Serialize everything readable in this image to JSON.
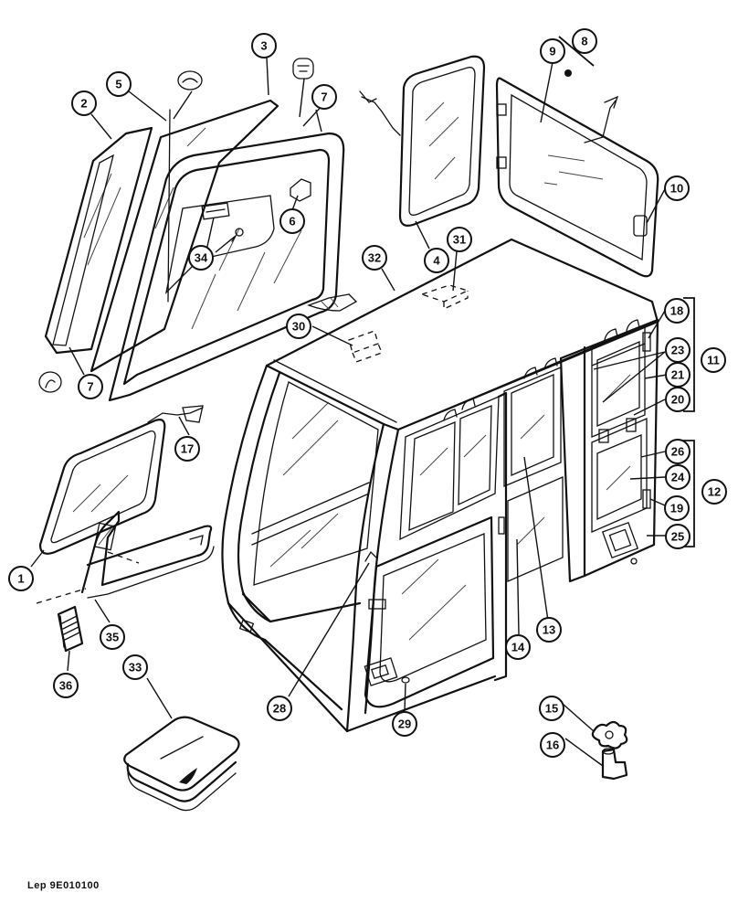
{
  "figure": {
    "reference": "Lep 9E010100"
  },
  "callouts": [
    {
      "id": "c1",
      "label": "1"
    },
    {
      "id": "c2",
      "label": "2"
    },
    {
      "id": "c3",
      "label": "3"
    },
    {
      "id": "c4",
      "label": "4"
    },
    {
      "id": "c5",
      "label": "5"
    },
    {
      "id": "c6",
      "label": "6"
    },
    {
      "id": "c7a",
      "label": "7"
    },
    {
      "id": "c7b",
      "label": "7"
    },
    {
      "id": "c8",
      "label": "8"
    },
    {
      "id": "c9",
      "label": "9"
    },
    {
      "id": "c10",
      "label": "10"
    },
    {
      "id": "c11",
      "label": "11"
    },
    {
      "id": "c12",
      "label": "12"
    },
    {
      "id": "c13",
      "label": "13"
    },
    {
      "id": "c14",
      "label": "14"
    },
    {
      "id": "c15",
      "label": "15"
    },
    {
      "id": "c16",
      "label": "16"
    },
    {
      "id": "c17",
      "label": "17"
    },
    {
      "id": "c18",
      "label": "18"
    },
    {
      "id": "c19",
      "label": "19"
    },
    {
      "id": "c20",
      "label": "20"
    },
    {
      "id": "c21",
      "label": "21"
    },
    {
      "id": "c23",
      "label": "23"
    },
    {
      "id": "c24",
      "label": "24"
    },
    {
      "id": "c25",
      "label": "25"
    },
    {
      "id": "c26",
      "label": "26"
    },
    {
      "id": "c28",
      "label": "28"
    },
    {
      "id": "c29",
      "label": "29"
    },
    {
      "id": "c30",
      "label": "30"
    },
    {
      "id": "c31",
      "label": "31"
    },
    {
      "id": "c32",
      "label": "32"
    },
    {
      "id": "c33",
      "label": "33"
    },
    {
      "id": "c34",
      "label": "34"
    },
    {
      "id": "c35",
      "label": "35"
    },
    {
      "id": "c36",
      "label": "36"
    }
  ]
}
